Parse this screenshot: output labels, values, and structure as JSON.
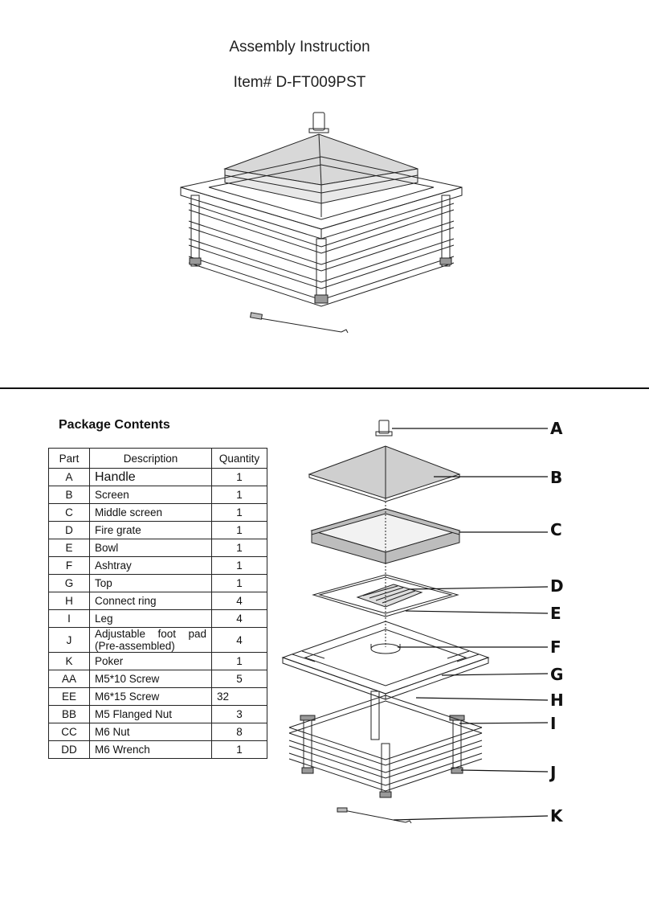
{
  "header": {
    "title": "Assembly Instruction",
    "item": "Item# D-FT009PST"
  },
  "package_contents": {
    "heading": "Package Contents",
    "columns": [
      "Part",
      "Description",
      "Quantity"
    ],
    "rows": [
      {
        "part": "A",
        "description": "Handle",
        "quantity": "1"
      },
      {
        "part": "B",
        "description": "Screen",
        "quantity": "1"
      },
      {
        "part": "C",
        "description": "Middle screen",
        "quantity": "1"
      },
      {
        "part": "D",
        "description": "Fire grate",
        "quantity": "1"
      },
      {
        "part": "E",
        "description": "Bowl",
        "quantity": "1"
      },
      {
        "part": "F",
        "description": "Ashtray",
        "quantity": "1"
      },
      {
        "part": "G",
        "description": "Top",
        "quantity": "1"
      },
      {
        "part": "H",
        "description": "Connect ring",
        "quantity": "4"
      },
      {
        "part": "I",
        "description": "Leg",
        "quantity": "4"
      },
      {
        "part": "J",
        "description": "Adjustable foot pad",
        "description2": "(Pre-assembled)",
        "quantity": "4"
      },
      {
        "part": "K",
        "description": "Poker",
        "quantity": "1"
      },
      {
        "part": "AA",
        "description": "M5*10 Screw",
        "quantity": "5"
      },
      {
        "part": "EE",
        "description": "M6*15 Screw",
        "quantity": "32"
      },
      {
        "part": "BB",
        "description": "M5 Flanged Nut",
        "quantity": "3"
      },
      {
        "part": "CC",
        "description": "M6 Nut",
        "quantity": "8"
      },
      {
        "part": "DD",
        "description": "M6 Wrench",
        "quantity": "1"
      }
    ]
  },
  "diagram": {
    "callouts": [
      "A",
      "B",
      "C",
      "D",
      "E",
      "F",
      "G",
      "H",
      "I",
      "J",
      "K"
    ]
  }
}
